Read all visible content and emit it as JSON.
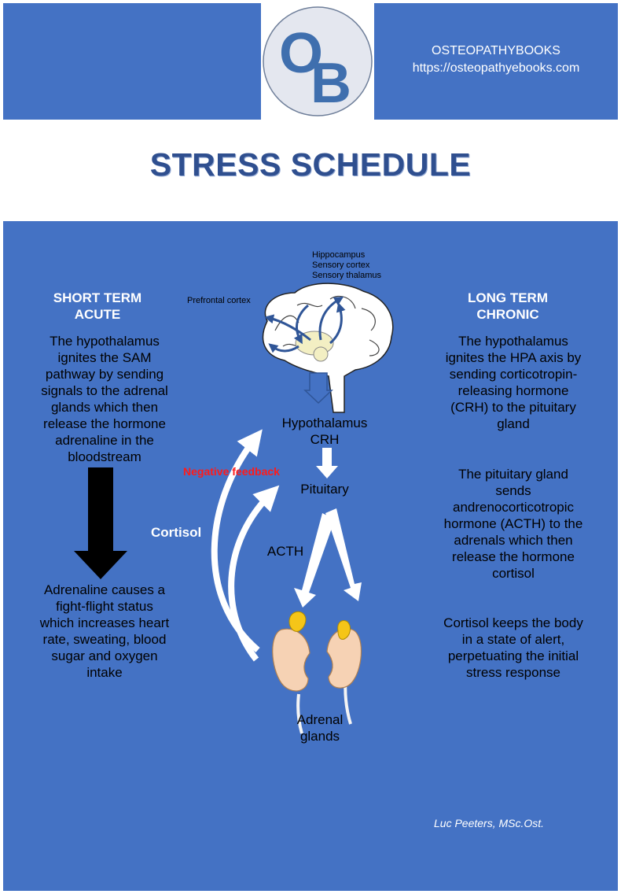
{
  "header": {
    "logo_letters": "OB",
    "brand_name": "OSTEOPATHYBOOKS",
    "brand_url": "https://osteopathyebooks.com"
  },
  "title": "STRESS SCHEDULE",
  "left": {
    "heading_line1": "SHORT TERM",
    "heading_line2": "ACUTE",
    "intro_lines": [
      "The hypothalamus",
      "ignites the SAM",
      "pathway by sending",
      "signals to the adrenal",
      "glands which then",
      "release the hormone",
      "adrenaline in the",
      "bloodstream"
    ],
    "effect_lines": [
      "Adrenaline causes a",
      "fight-flight status",
      "which increases heart",
      "rate, sweating, blood",
      "sugar and oxygen",
      "intake"
    ]
  },
  "right": {
    "heading_line1": "LONG TERM",
    "heading_line2": "CHRONIC",
    "p1_lines": [
      "The hypothalamus",
      "ignites the HPA axis by",
      "sending corticotropin-",
      "releasing hormone",
      "(CRH) to the pituitary",
      "gland"
    ],
    "p2_lines": [
      "The pituitary gland",
      "sends",
      "andrenocorticotropic",
      "hormone (ACTH) to the",
      "adrenals which then",
      "release the hormone",
      "cortisol"
    ],
    "p3_lines": [
      "Cortisol keeps the body",
      "in a state of alert,",
      "perpetuating the initial",
      "stress response"
    ]
  },
  "diagram": {
    "brain_labels": [
      "Hippocampus",
      "Sensory cortex",
      "Sensory thalamus"
    ],
    "prefrontal": "Prefrontal cortex",
    "hypothalamus": "Hypothalamus",
    "crh": "CRH",
    "pituitary": "Pituitary",
    "acth": "ACTH",
    "negative_feedback": "Negative feedback",
    "cortisol": "Cortisol",
    "adrenal_line1": "Adrenal",
    "adrenal_line2": "glands"
  },
  "signature": "Luc Peeters, MSc.Ost.",
  "colors": {
    "panel": "#4472c4",
    "title": "#2f4f8f",
    "feedback": "#ff1a1a",
    "gland": "#f5c518",
    "kidney": "#f6d2b4"
  }
}
